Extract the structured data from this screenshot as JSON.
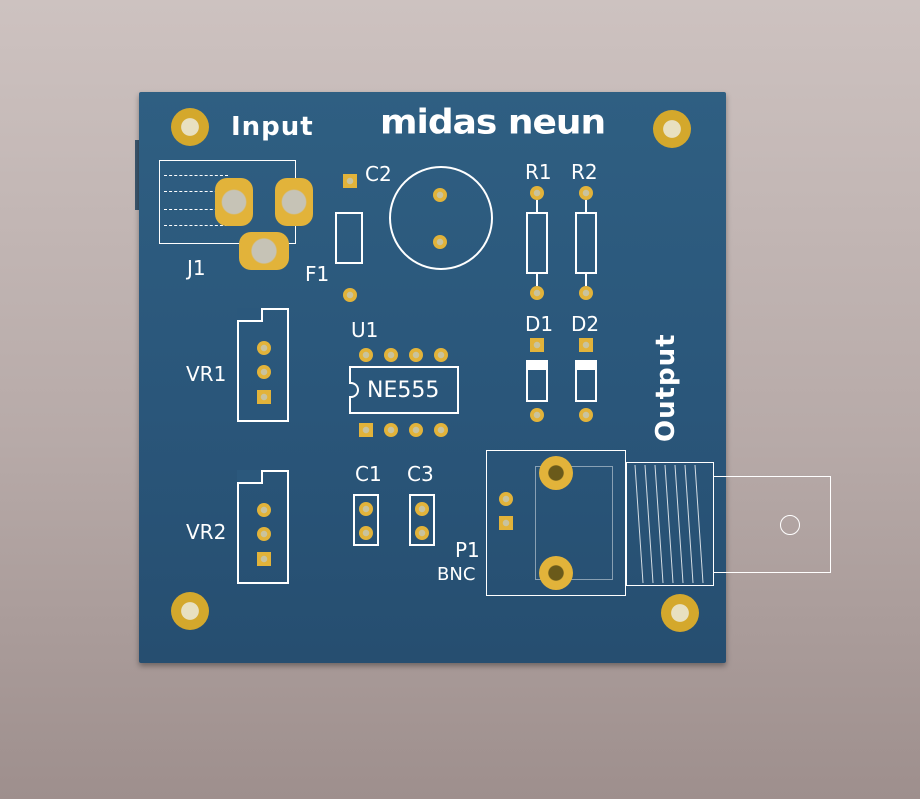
{
  "board": {
    "title": "midas neun",
    "colors": {
      "soldermask": "#2c5a7e",
      "silkscreen": "#ffffff",
      "copper": "#e2b33a"
    }
  },
  "labels": {
    "input": "Input",
    "output": "Output",
    "j1": "J1",
    "c2": "C2",
    "f1": "F1",
    "r1": "R1",
    "r2": "R2",
    "u1": "U1",
    "ne555": "NE555",
    "d1": "D1",
    "d2": "D2",
    "vr1": "VR1",
    "vr2": "VR2",
    "c1": "C1",
    "c3": "C3",
    "p1": "P1",
    "bnc": "BNC"
  }
}
